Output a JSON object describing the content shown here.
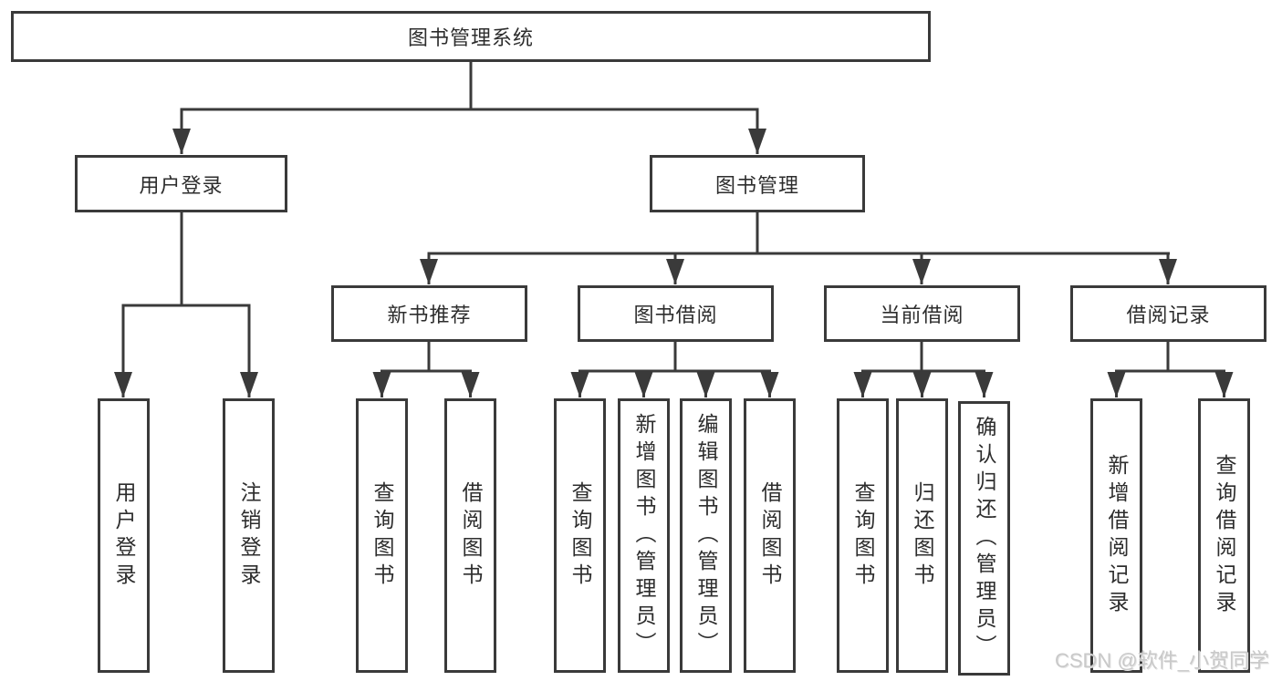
{
  "colors": {
    "line": "#3a3a3a",
    "box_border": "#3a3a3a",
    "text": "#2d2d2d",
    "background": "#ffffff",
    "watermark": "#c9c9c9"
  },
  "tree": {
    "root": "图书管理系统",
    "branches": [
      {
        "label": "用户登录",
        "leaves": [
          "用户登录",
          "注销登录"
        ]
      },
      {
        "label": "图书管理",
        "groups": [
          {
            "label": "新书推荐",
            "leaves": [
              "查询图书",
              "借阅图书"
            ]
          },
          {
            "label": "图书借阅",
            "leaves": [
              "查询图书",
              "新增图书（管理员）",
              "编辑图书（管理员）",
              "借阅图书"
            ]
          },
          {
            "label": "当前借阅",
            "leaves": [
              "查询图书",
              "归还图书",
              "确认归还（管理员）"
            ]
          },
          {
            "label": "借阅记录",
            "leaves": [
              "新增借阅记录",
              "查询借阅记录"
            ]
          }
        ]
      }
    ]
  },
  "watermark": {
    "text": "CSDN @软件_小贺同学"
  }
}
